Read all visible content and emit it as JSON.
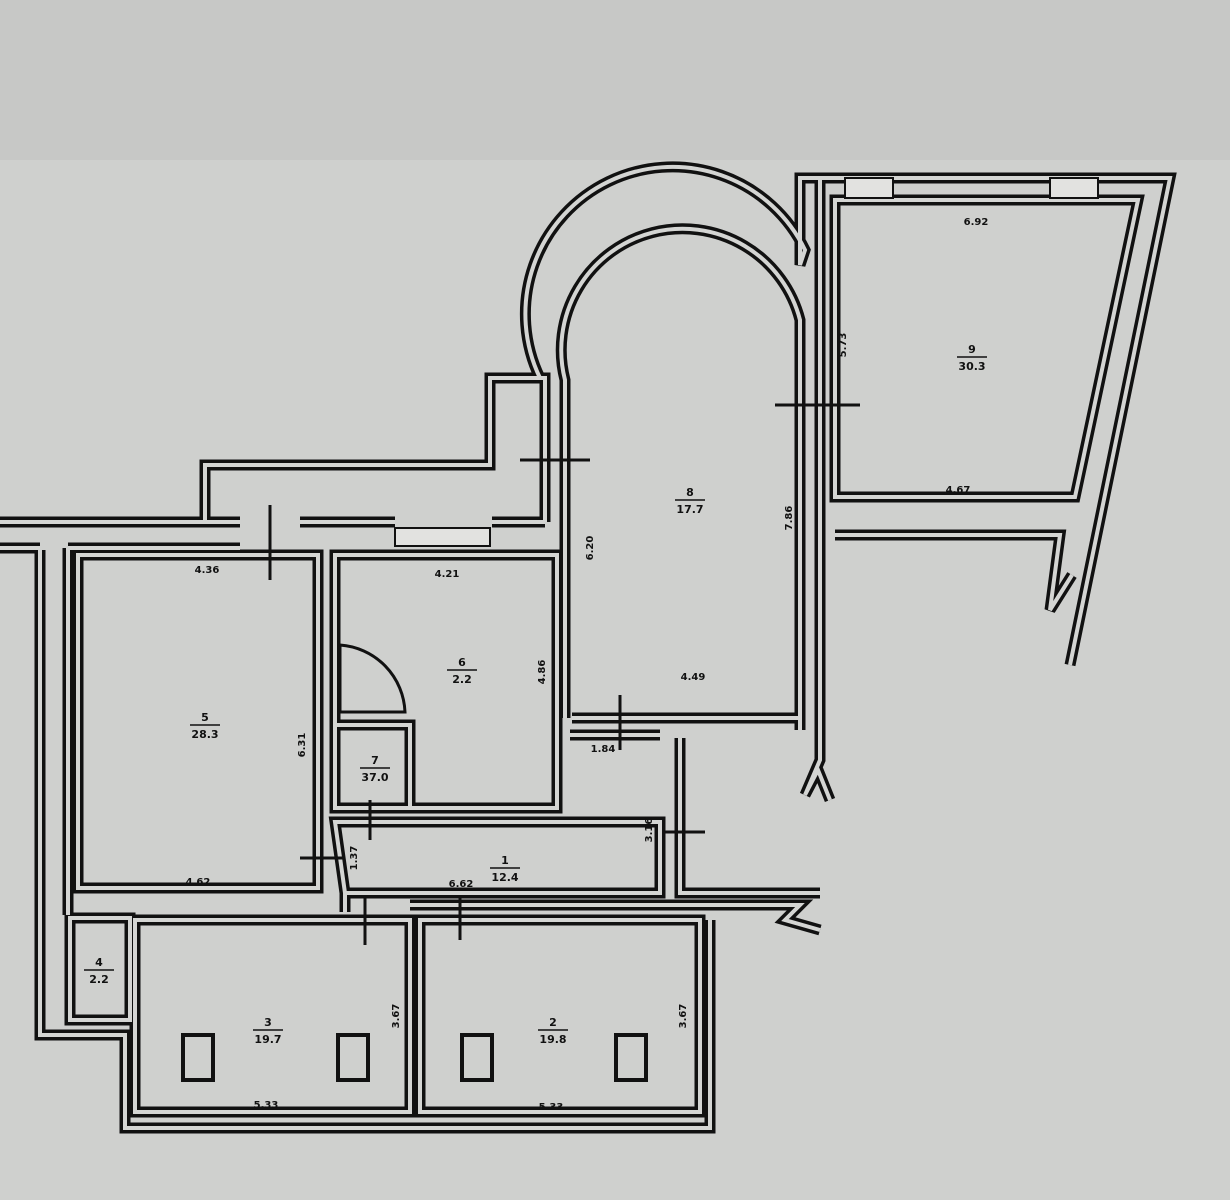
{
  "plan": {
    "rooms": [
      {
        "number": "1",
        "area": "12.4"
      },
      {
        "number": "2",
        "area": "19.8"
      },
      {
        "number": "3",
        "area": "19.7"
      },
      {
        "number": "4",
        "area": "2.2"
      },
      {
        "number": "5",
        "area": "28.3"
      },
      {
        "number": "6",
        "area": "2.2"
      },
      {
        "number": "7",
        "area": "37.0"
      },
      {
        "number": "8",
        "area": "17.7"
      },
      {
        "number": "9",
        "area": "30.3"
      }
    ],
    "dimensions": {
      "r5_top": "4.36",
      "r5_side": "6.31",
      "r5_bottom": "4.62",
      "r8_top": "4.21",
      "r8_side": "4.86",
      "r7_left": "6.20",
      "r7_right": "7.86",
      "r7_bottom": "4.49",
      "r9_top": "6.92",
      "r9_side": "5.73",
      "r9_bottom": "4.67",
      "r1_left": "1.37",
      "r1_bottom": "6.62",
      "r1_top": "1.84",
      "r1_right": "3.16",
      "r3_side": "3.67",
      "r3_bottom": "5.33",
      "r2_side": "3.67",
      "r2_bottom": "5.33"
    }
  }
}
